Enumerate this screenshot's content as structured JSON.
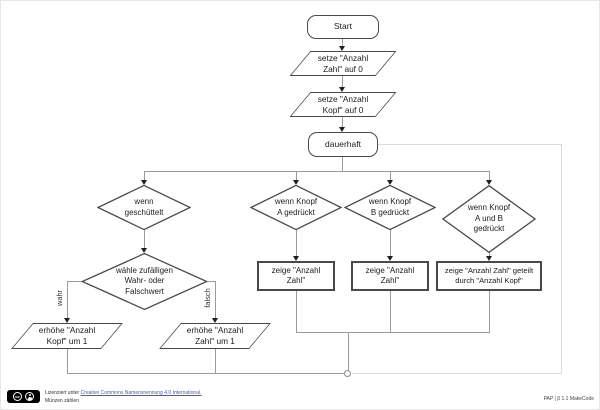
{
  "nodes": {
    "start": "Start",
    "setZahl": "setze \"Anzahl\nZahl\" auf 0",
    "setKopf": "setze \"Anzahl\nKopf\" auf 0",
    "loop": "dauerhaft",
    "condShake": "wenn\ngeschüttelt",
    "condA": "wenn Knopf\nA gedrückt",
    "condB": "wenn Knopf\nB gedrückt",
    "condAB": "wenn Knopf\nA und B\ngedrückt",
    "random": "wähle zufälligen\nWahr- oder\nFalschwert",
    "showA": "zeige \"Anzahl\nZahl\"",
    "showB": "zeige \"Anzahl\nZahl\"",
    "showRatio": "zeige \"Anzahl Zahl\" geteilt\ndurch \"Anzahl Kopf\"",
    "incKopf": "erhöhe \"Anzahl\nKopf\" um 1",
    "incZahl": "erhöhe \"Anzahl\nZahl\" um 1"
  },
  "edge_labels": {
    "true_branch": "wahr",
    "false_branch": "falsch"
  },
  "footer": {
    "cc_label": "cc",
    "license_prefix": "Lizenziert unter ",
    "license_link": "Creative Commons Namensnennung 4.0 International.",
    "project": "Münzen zählen",
    "app_info": "PAP | β 1.1 MakeCode"
  },
  "colors": {
    "node_border": "#4a4a4a",
    "connector": "#9b9b9b",
    "loopback": "#dbdbdb",
    "link": "#3b5bdb"
  }
}
